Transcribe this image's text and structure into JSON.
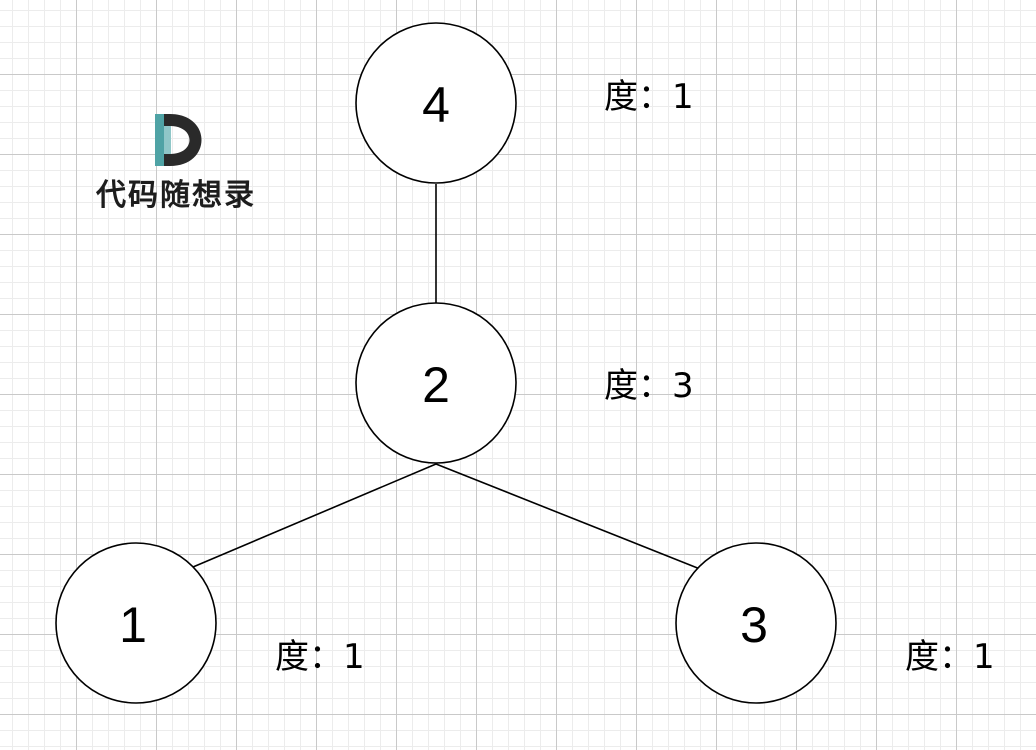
{
  "logo": {
    "text": "代码随想录",
    "colors": {
      "dark": "#2a2a2a",
      "teal": "#4fa3a5"
    }
  },
  "graph": {
    "nodes": [
      {
        "id": "4",
        "label": "4",
        "degree_text": "度：1"
      },
      {
        "id": "2",
        "label": "2",
        "degree_text": "度：3"
      },
      {
        "id": "1",
        "label": "1",
        "degree_text": "度：1"
      },
      {
        "id": "3",
        "label": "3",
        "degree_text": "度：1"
      }
    ],
    "edges": [
      {
        "from": "4",
        "to": "2"
      },
      {
        "from": "2",
        "to": "1"
      },
      {
        "from": "2",
        "to": "3"
      }
    ]
  }
}
